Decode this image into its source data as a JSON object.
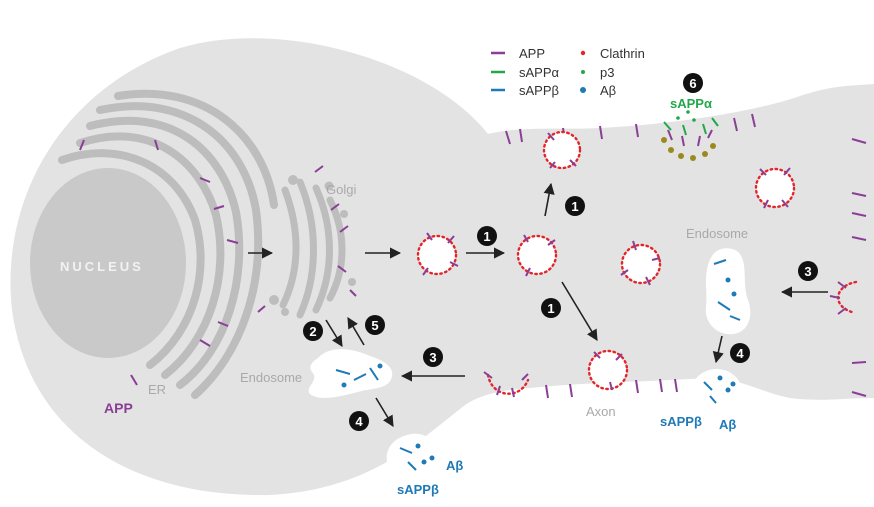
{
  "labels": {
    "nucleus": "NUCLEUS",
    "er": "ER",
    "app": "APP",
    "golgi": "Golgi",
    "endosome_left": "Endosome",
    "endosome_right": "Endosome",
    "axon": "Axon",
    "sapp_beta_left": "sAPPβ",
    "abeta_left": "Aβ",
    "sapp_beta_right": "sAPPβ",
    "abeta_right": "Aβ",
    "sapp_alpha": "sAPPα"
  },
  "legend": [
    {
      "label": "APP",
      "color": "#8a3e96",
      "mark": "line"
    },
    {
      "label": "sAPPα",
      "color": "#22a84a",
      "mark": "line"
    },
    {
      "label": "sAPPβ",
      "color": "#1f7ab8",
      "mark": "line"
    },
    {
      "label": "Clathrin",
      "color": "#e0262b",
      "mark": "dot"
    },
    {
      "label": "p3",
      "color": "#22a84a",
      "mark": "dot"
    },
    {
      "label": "Aβ",
      "color": "#1f7ab8",
      "mark": "dot"
    }
  ],
  "steps": [
    "1",
    "1",
    "1",
    "2",
    "3",
    "3",
    "4",
    "4",
    "5",
    "6"
  ],
  "colors": {
    "cell": "#e3e3e3",
    "nucleus": "#c9c9c9",
    "organelle": "#bdbdbd",
    "app": "#8a3e96",
    "clathrin": "#e0262b",
    "sapp_alpha": "#22a84a",
    "sapp_beta": "#1f7ab8",
    "p3_olive": "#9a8a1e",
    "arrow": "#222222"
  }
}
